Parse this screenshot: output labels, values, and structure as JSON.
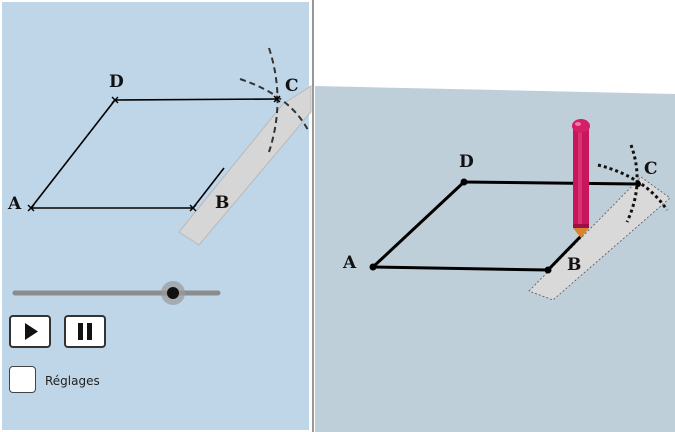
{
  "left_view": {
    "points": {
      "a": "A",
      "b": "B",
      "c": "C",
      "d": "D"
    }
  },
  "right_view": {
    "points": {
      "a": "A",
      "b": "B",
      "c": "C",
      "d": "D"
    }
  },
  "controls": {
    "slider_value": 0.78,
    "play_icon": "play-icon",
    "pause_icon": "pause-icon",
    "settings_label": "Réglages"
  },
  "colors": {
    "left_background": "#bfd5e8",
    "right_background": "#bfcfd9",
    "pencil": "#c8155b",
    "ruler": "#d9d9d9"
  }
}
